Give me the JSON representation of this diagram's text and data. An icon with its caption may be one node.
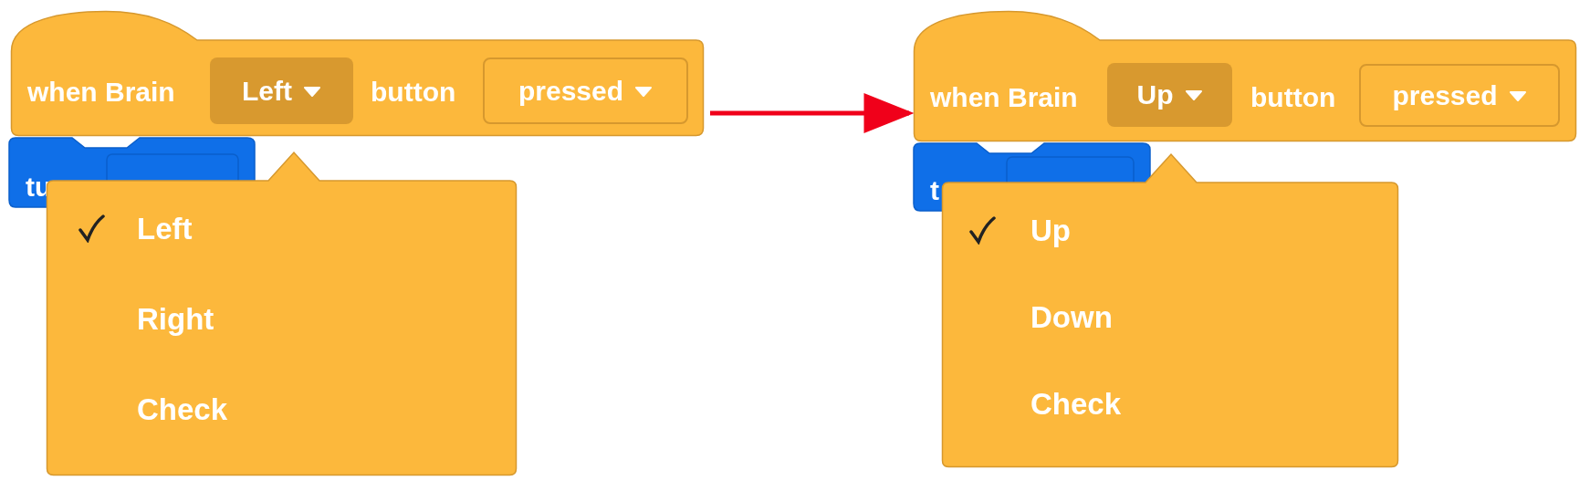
{
  "diagram": {
    "nodes": [
      {
        "text": [
          "when Brain",
          "button"
        ]
      },
      {
        "text": [
          "Left"
        ],
        "in": 0
      },
      {
        "text": [
          "pressed"
        ],
        "in": 0
      },
      {
        "text": [
          "tu"
        ]
      },
      {
        "text": [
          "Left",
          "Right",
          "Check"
        ]
      },
      {
        "text": [
          "when Brain",
          "button"
        ]
      },
      {
        "text": [
          "Up"
        ],
        "in": 5
      },
      {
        "text": [
          "pressed"
        ],
        "in": 5
      },
      {
        "text": [
          "t"
        ]
      },
      {
        "text": [
          "Up",
          "Down",
          "Check"
        ]
      }
    ],
    "edges": [
      {
        "from": 0,
        "to": 5,
        "arrow": "to"
      }
    ]
  }
}
